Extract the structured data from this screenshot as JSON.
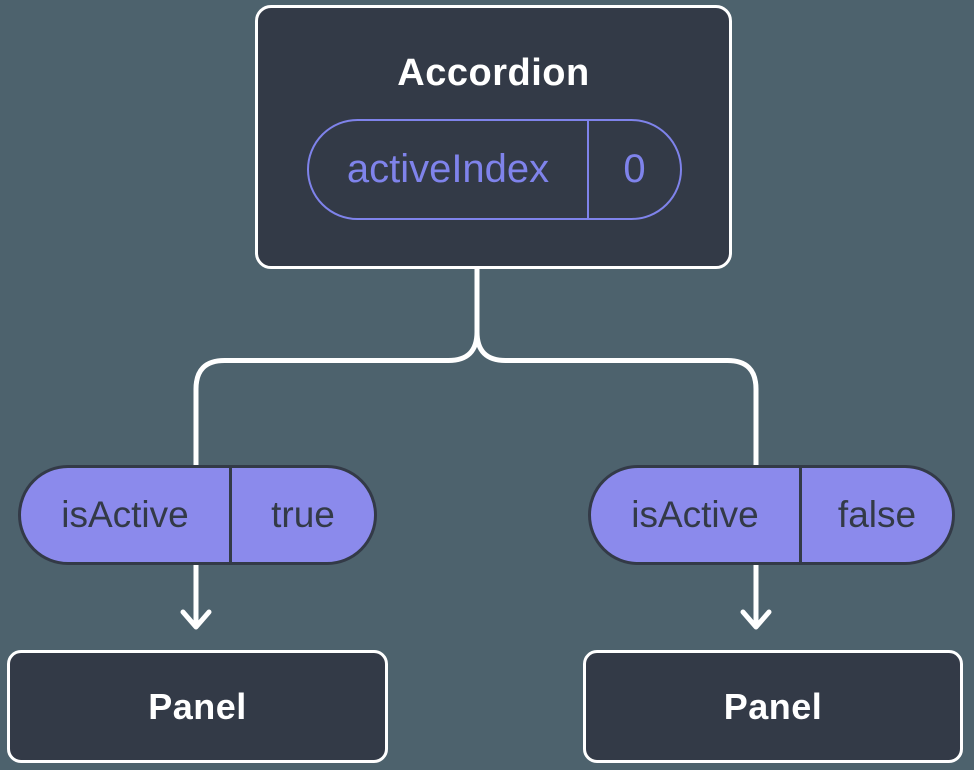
{
  "colors": {
    "background": "#4d626d",
    "node_bg": "#333a47",
    "node_border": "#ffffff",
    "accent_fill": "#8b8aec",
    "accent_outline": "#7f83eb",
    "text_light": "#ffffff",
    "text_dark": "#333a47",
    "connector": "#ffffff"
  },
  "icons": {
    "arrowhead": "chevron-down-arrow"
  },
  "diagram": {
    "root": {
      "title": "Accordion",
      "prop": {
        "name": "activeIndex",
        "value": "0"
      }
    },
    "branches": [
      {
        "prop": {
          "name": "isActive",
          "value": "true"
        },
        "child": {
          "title": "Panel"
        }
      },
      {
        "prop": {
          "name": "isActive",
          "value": "false"
        },
        "child": {
          "title": "Panel"
        }
      }
    ]
  }
}
